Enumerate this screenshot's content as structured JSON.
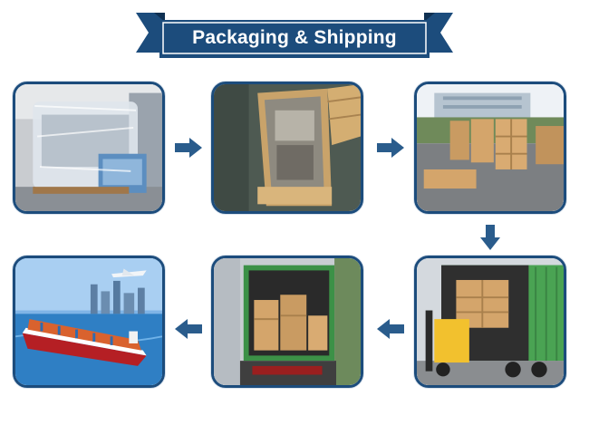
{
  "banner": {
    "title": "Packaging & Shipping",
    "color": "#1c4c7c",
    "text_color": "#ffffff"
  },
  "photos": [
    {
      "subject": "machine-wrapped-in-plastic"
    },
    {
      "subject": "machine-in-wooden-crate"
    },
    {
      "subject": "wooden-crates-in-yard"
    },
    {
      "subject": "forklift-loading-container"
    },
    {
      "subject": "crates-inside-container"
    },
    {
      "subject": "container-ship-at-sea"
    }
  ],
  "arrow_color": "#2a5c8c"
}
